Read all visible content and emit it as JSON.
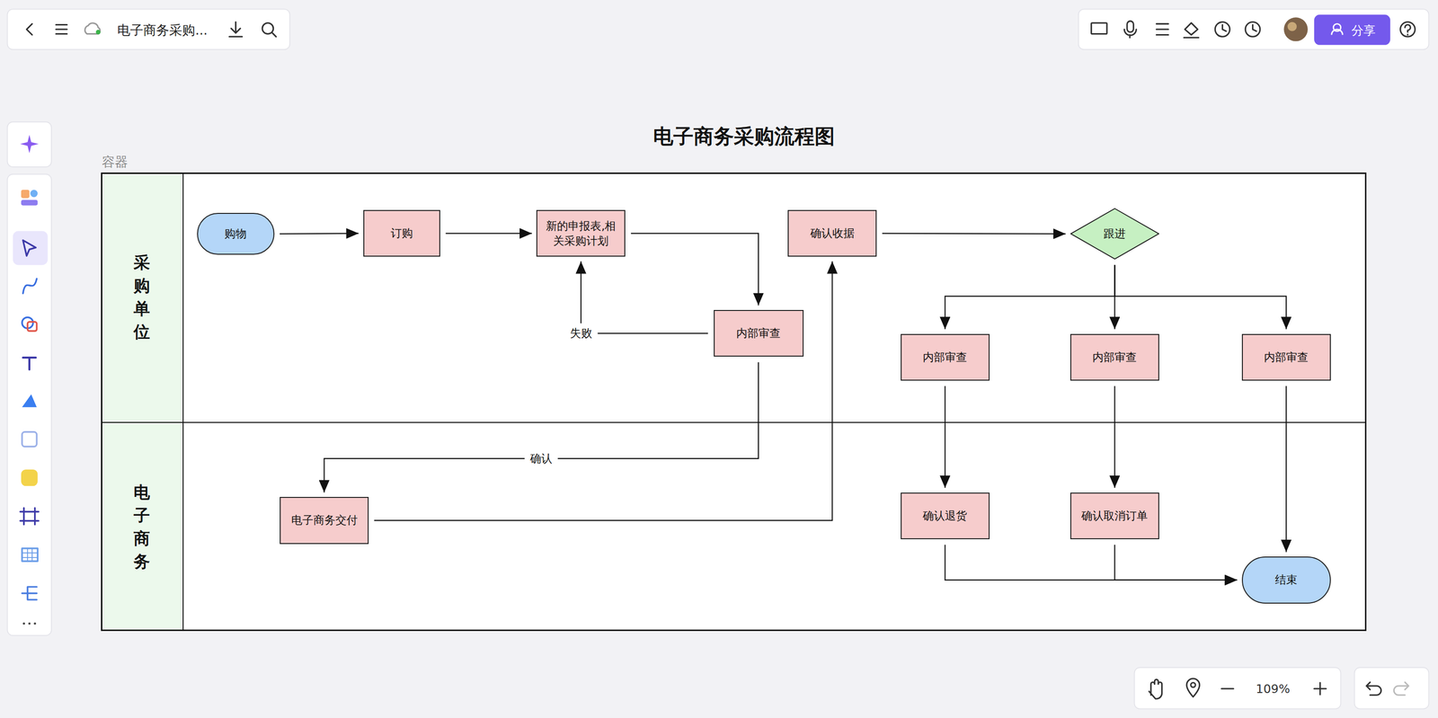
{
  "diagram": {
    "title": "电子商务采购流程图",
    "nodes": [
      {
        "text": [
          "容器"
        ]
      },
      {
        "text": [
          "采购单位"
        ],
        "in": 0
      },
      {
        "text": [
          "电子商务"
        ],
        "in": 0
      },
      {
        "text": [
          "购物"
        ],
        "in": 1
      },
      {
        "text": [
          "订购"
        ],
        "in": 1
      },
      {
        "text": [
          "新的申报表,相关采购计划"
        ],
        "in": 1
      },
      {
        "text": [
          "确认收据"
        ],
        "in": 1
      },
      {
        "text": [
          "跟进"
        ],
        "in": 1
      },
      {
        "text": [
          "内部审查"
        ],
        "in": 1
      },
      {
        "text": [
          "内部审查"
        ],
        "in": 1
      },
      {
        "text": [
          "内部审查"
        ],
        "in": 1
      },
      {
        "text": [
          "内部审查"
        ],
        "in": 1
      },
      {
        "text": [
          "电子商务交付"
        ],
        "in": 2
      },
      {
        "text": [
          "确认退货"
        ],
        "in": 2
      },
      {
        "text": [
          "确认取消订单"
        ],
        "in": 2
      },
      {
        "text": [
          "结束"
        ],
        "in": 2
      }
    ],
    "edges": [
      {
        "from": 3,
        "to": 4,
        "arrow": "to"
      },
      {
        "from": 4,
        "to": 5,
        "arrow": "to"
      },
      {
        "from": 5,
        "to": 8,
        "arrow": "to"
      },
      {
        "from": 8,
        "to": 5,
        "label": "失败",
        "arrow": "to"
      },
      {
        "from": 8,
        "to": 12,
        "label": "确认",
        "arrow": "to"
      },
      {
        "from": 12,
        "to": 6,
        "arrow": "to"
      },
      {
        "from": 6,
        "to": 7,
        "arrow": "to"
      },
      {
        "from": 7,
        "to": 9,
        "arrow": "to"
      },
      {
        "from": 7,
        "to": 10,
        "arrow": "to"
      },
      {
        "from": 7,
        "to": 11,
        "arrow": "to"
      },
      {
        "from": 9,
        "to": 13,
        "arrow": "to"
      },
      {
        "from": 10,
        "to": 14,
        "arrow": "to"
      },
      {
        "from": 11,
        "to": 15,
        "arrow": "to"
      },
      {
        "from": 13,
        "to": 15,
        "arrow": "to"
      },
      {
        "from": 14,
        "to": 15,
        "arrow": "to"
      }
    ],
    "labels": [
      "电子商务采购...",
      "分享",
      "109%"
    ]
  }
}
